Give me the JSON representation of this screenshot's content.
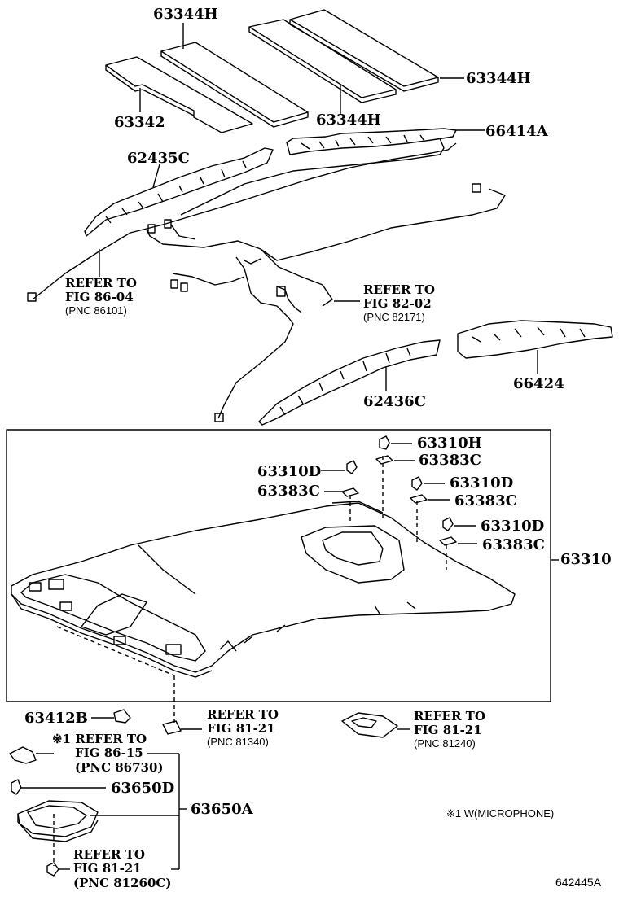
{
  "labels": {
    "p63344H_top": "63344H",
    "p63344H_right": "63344H",
    "p63344H_mid": "63344H",
    "p63342": "63342",
    "p66414A": "66414A",
    "p62435C": "62435C",
    "p66424": "66424",
    "p62436C": "62436C",
    "p63310H": "63310H",
    "p63383C_a": "63383C",
    "p63310D_a": "63310D",
    "p63383C_b": "63383C",
    "p63310D_b": "63310D",
    "p63383C_c": "63383C",
    "p63310D_c": "63310D",
    "p63383C_d": "63383C",
    "p63310": "63310",
    "p63412B": "63412B",
    "p63650D": "63650D",
    "p63650A": "63650A"
  },
  "refs": {
    "r1": {
      "line1": "REFER TO",
      "line2": "FIG 86-04",
      "line3": "(PNC 86101)"
    },
    "r2": {
      "line1": "REFER TO",
      "line2": "FIG 82-02",
      "line3": "(PNC 82171)"
    },
    "r3": {
      "line1": "REFER TO",
      "line2": "FIG 81-21",
      "line3": "(PNC 81340)"
    },
    "r4": {
      "line1": "REFER TO",
      "line2": "FIG 81-21",
      "line3": "(PNC 81240)"
    },
    "r5": {
      "line1": "※1 REFER TO",
      "line2": "FIG 86-15",
      "line3": "(PNC 86730)"
    },
    "r6": {
      "line1": "REFER TO",
      "line2": "FIG 81-21",
      "line3": "(PNC 81260C)"
    }
  },
  "footnote": "※1 W(MICROPHONE)",
  "diagram_code": "642445A"
}
